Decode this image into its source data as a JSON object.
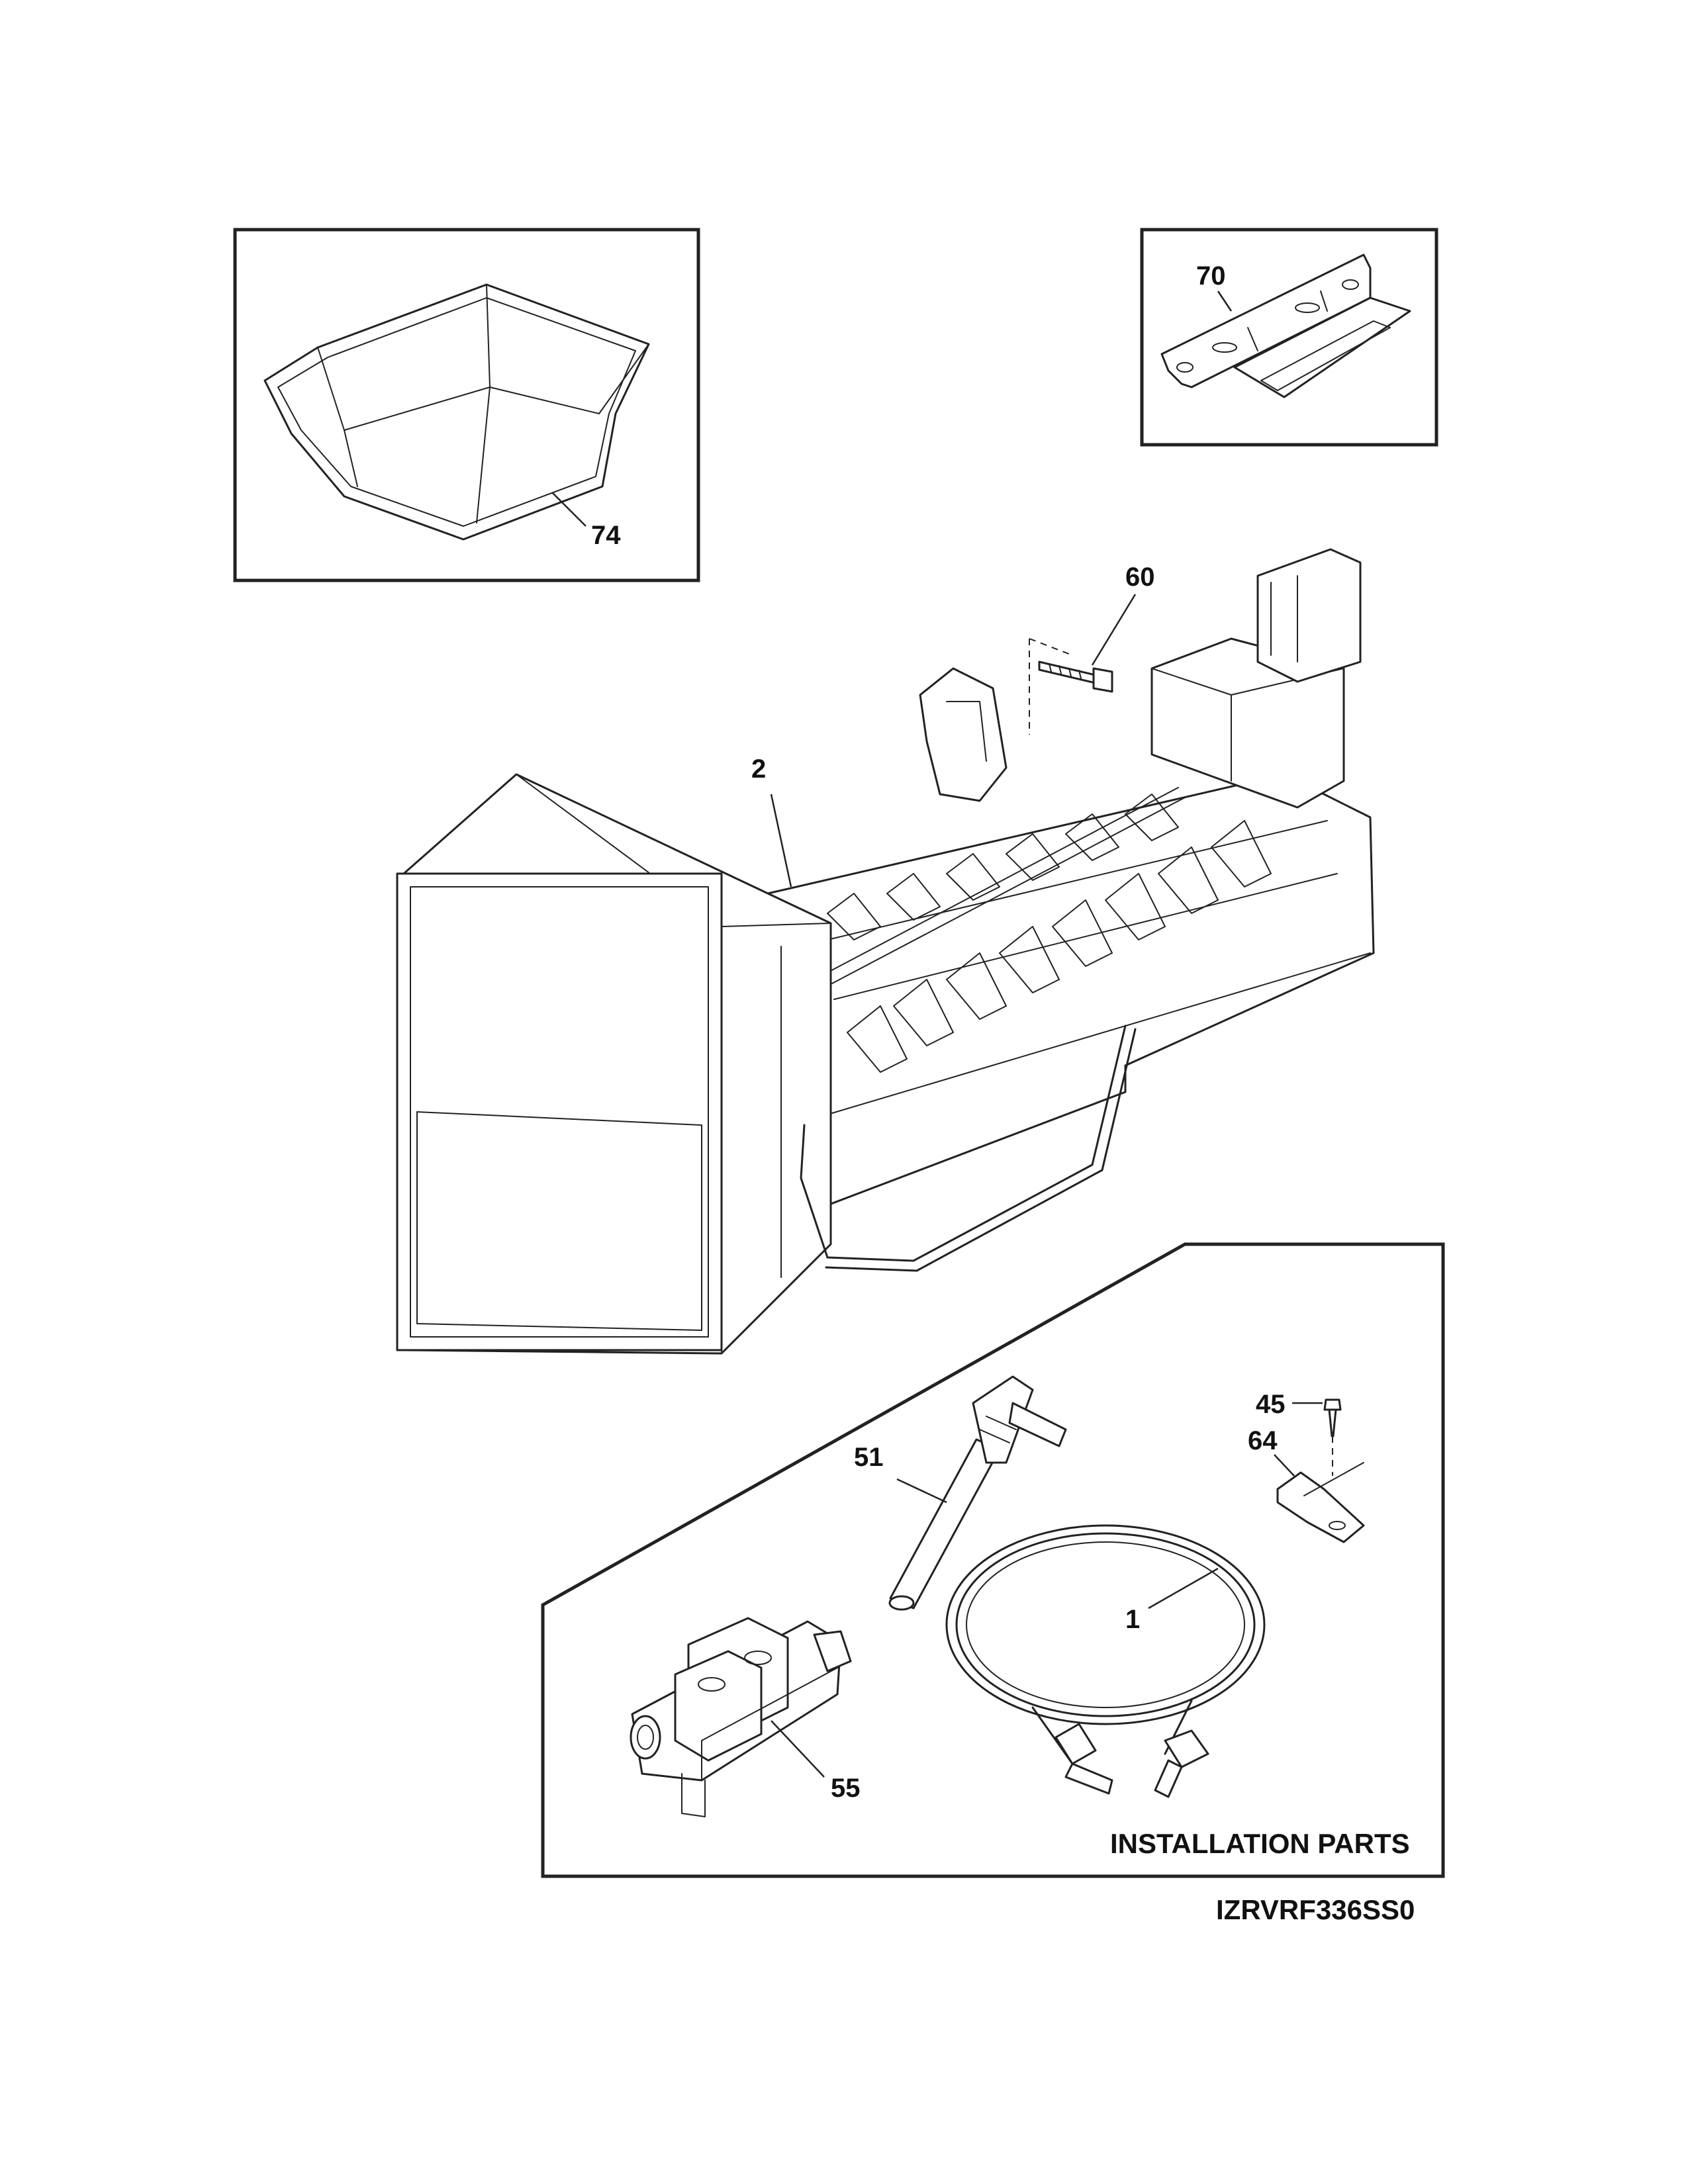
{
  "drawing": {
    "code": "IZRVRF336SS0",
    "section_label": "INSTALLATION PARTS"
  },
  "parts": [
    {
      "ref": "74"
    },
    {
      "ref": "70"
    },
    {
      "ref": "60"
    },
    {
      "ref": "2"
    },
    {
      "ref": "45"
    },
    {
      "ref": "64"
    },
    {
      "ref": "51"
    },
    {
      "ref": "1"
    },
    {
      "ref": "55"
    }
  ]
}
